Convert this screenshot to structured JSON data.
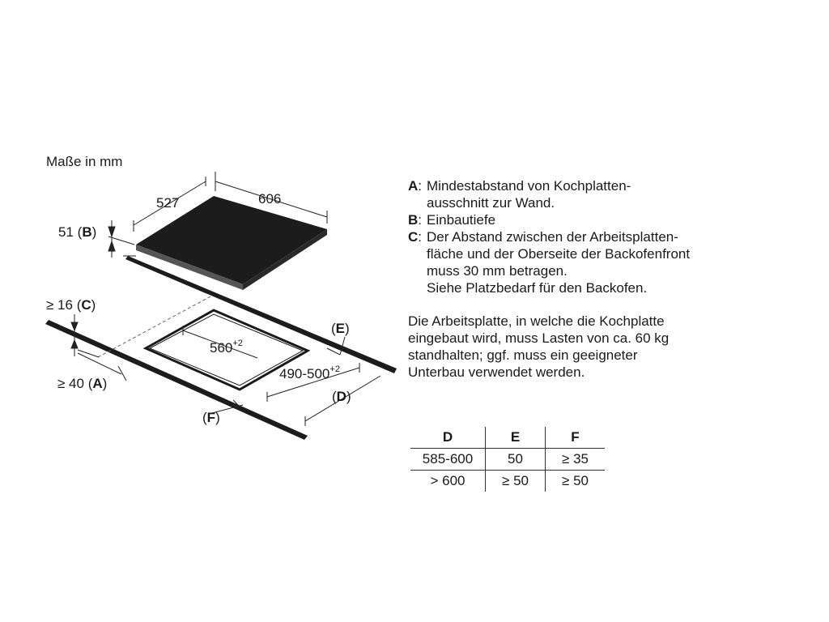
{
  "header": {
    "units": "Maße in mm"
  },
  "diagram": {
    "dim_depth": "527",
    "dim_width": "606",
    "label_B": {
      "value": "51",
      "letter": "B"
    },
    "label_C": {
      "value": "≥ 16",
      "letter": "C"
    },
    "label_A": {
      "value": "≥ 40",
      "letter": "A"
    },
    "label_E": {
      "letter": "E"
    },
    "label_D": {
      "letter": "D"
    },
    "label_F": {
      "letter": "F"
    },
    "cutout_width": {
      "value": "560",
      "tol": "+2"
    },
    "cutout_depth": {
      "value": "490-500",
      "tol": "+2"
    }
  },
  "legend": [
    {
      "key": "A",
      "lines": [
        "Mindestabstand von Kochplatten-",
        "ausschnitt zur Wand."
      ]
    },
    {
      "key": "B",
      "lines": [
        "Einbautiefe"
      ]
    },
    {
      "key": "C",
      "lines": [
        "Der Abstand zwischen der Arbeitsplatten-",
        "fläche und der Oberseite der Backofenfront",
        "muss 30 mm betragen.",
        "Siehe Platzbedarf für den Backofen."
      ]
    }
  ],
  "note": [
    "Die Arbeitsplatte, in welche die Kochplatte",
    "eingebaut wird, muss Lasten von ca. 60 kg",
    "standhalten; ggf. muss ein geeigneter",
    "Unterbau verwendet werden."
  ],
  "table": {
    "headers": [
      "D",
      "E",
      "F"
    ],
    "rows": [
      [
        "585-600",
        "50",
        "≥ 35"
      ],
      [
        "> 600",
        "≥ 50",
        "≥ 50"
      ]
    ]
  }
}
